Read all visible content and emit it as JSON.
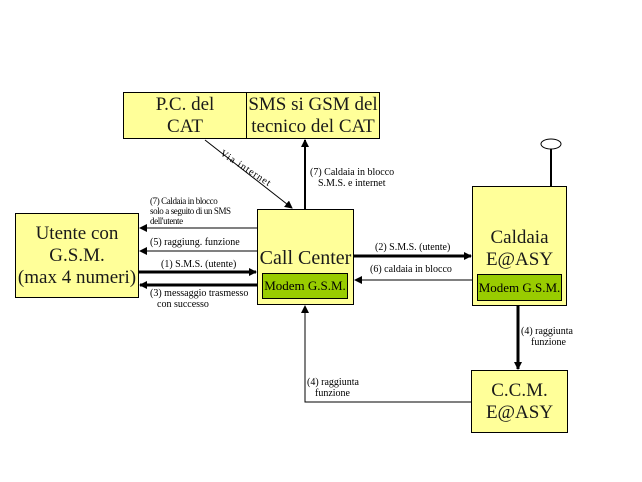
{
  "nodes": {
    "pc_cat": {
      "line1": "P.C. del",
      "line2": "CAT"
    },
    "sms_gsm": {
      "line1": "SMS si GSM del",
      "line2": "tecnico del CAT"
    },
    "utente": {
      "line1": "Utente con",
      "line2": "G.S.M.",
      "line3": "(max 4 numeri)"
    },
    "call_center": {
      "title": "Call Center",
      "modem": "Modem G.S.M."
    },
    "caldaia": {
      "line1": "Caldaia",
      "line2": "E@ASY",
      "modem": "Modem G.S.M."
    },
    "ccm": {
      "line1": "C.C.M.",
      "line2": "E@ASY"
    }
  },
  "edges": {
    "via_internet": "Via internet",
    "step7_sms_internet": {
      "line1": "(7) Caldaia in blocco",
      "line2": "S.M.S. e internet"
    },
    "step7_utente": {
      "line1": "(7) Caldaia in blocco",
      "line2": "solo a seguito di un SMS",
      "line3": "dell'utente"
    },
    "step5": "(5) raggiung. funzione",
    "step1": "(1) S.M.S. (utente)",
    "step3": {
      "line1": "(3) messaggio trasmesso",
      "line2": "con successo"
    },
    "step2": "(2) S.M.S. (utente)",
    "step6": "(6) caldaia in blocco",
    "step4_down": {
      "line1": "(4) raggiunta",
      "line2": "funzione"
    },
    "step4_up": {
      "line1": "(4) raggiunta",
      "line2": "funzione"
    }
  },
  "colors": {
    "box_fill": "#ffff99",
    "modem_fill": "#99cc00",
    "line": "#000000"
  }
}
